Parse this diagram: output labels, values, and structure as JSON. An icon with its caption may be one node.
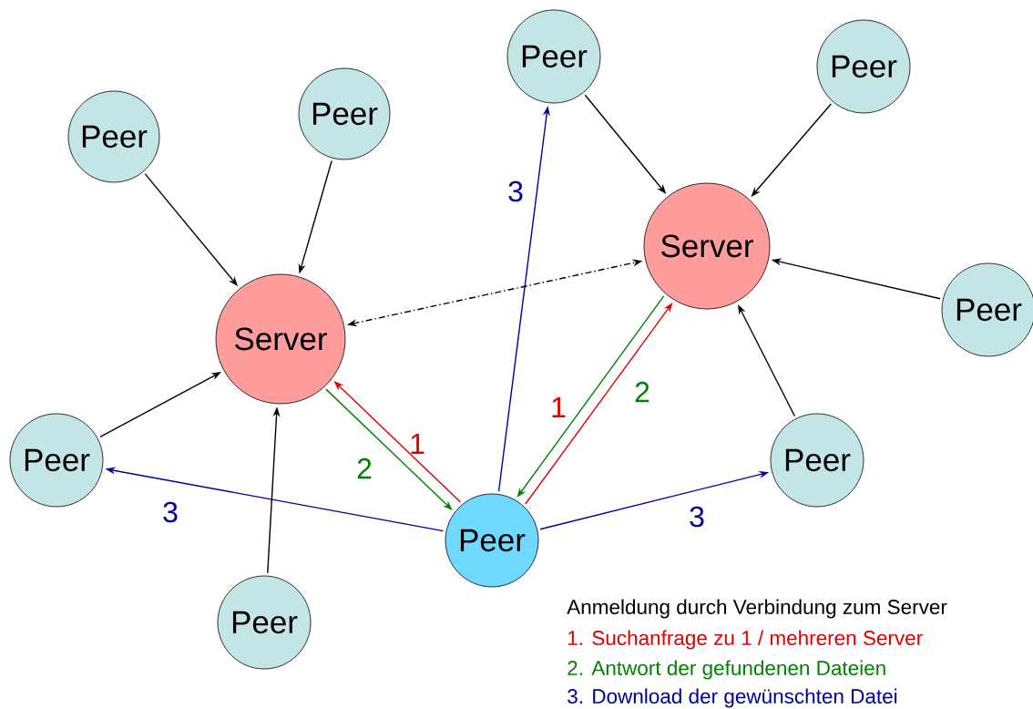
{
  "diagram": {
    "nodes": [
      {
        "text": [
          "Peer"
        ]
      },
      {
        "text": [
          "Peer"
        ]
      },
      {
        "text": [
          "Server"
        ]
      },
      {
        "text": [
          "Peer"
        ]
      },
      {
        "text": [
          "Peer"
        ]
      },
      {
        "text": [
          "Peer"
        ]
      },
      {
        "text": [
          "Peer"
        ]
      },
      {
        "text": [
          "Peer"
        ]
      },
      {
        "text": [
          "Server"
        ]
      },
      {
        "text": [
          "Peer"
        ]
      },
      {
        "text": [
          "Peer"
        ]
      }
    ],
    "edges": [
      {
        "from": 0,
        "to": 2,
        "arrow": "to"
      },
      {
        "from": 1,
        "to": 2,
        "arrow": "to"
      },
      {
        "from": 3,
        "to": 2,
        "arrow": "to"
      },
      {
        "from": 4,
        "to": 2,
        "arrow": "to"
      },
      {
        "from": 6,
        "to": 8,
        "arrow": "to"
      },
      {
        "from": 7,
        "to": 8,
        "arrow": "to"
      },
      {
        "from": 9,
        "to": 8,
        "arrow": "to"
      },
      {
        "from": 10,
        "to": 8,
        "arrow": "to"
      },
      {
        "from": 2,
        "to": 8,
        "arrow": "both",
        "style": "dashed"
      },
      {
        "from": 5,
        "to": 2,
        "arrow": "to",
        "label": "1",
        "color": "#e00000"
      },
      {
        "from": 2,
        "to": 5,
        "arrow": "to",
        "label": "2",
        "color": "#008000"
      },
      {
        "from": 5,
        "to": 8,
        "arrow": "to",
        "label": "1",
        "color": "#e00000"
      },
      {
        "from": 8,
        "to": 5,
        "arrow": "to",
        "label": "2",
        "color": "#008000"
      },
      {
        "from": 5,
        "to": 3,
        "arrow": "to",
        "label": "3",
        "color": "#000099"
      },
      {
        "from": 5,
        "to": 6,
        "arrow": "to",
        "label": "3",
        "color": "#000099"
      },
      {
        "from": 5,
        "to": 10,
        "arrow": "to",
        "label": "3",
        "color": "#000099"
      }
    ],
    "labels": [
      "Anmeldung durch Verbindung zum Server",
      "1. Suchanfrage zu 1 / mehreren Server",
      "2. Antwort der gefundenen Dateien",
      "3. Download der gewünschten Datei"
    ]
  }
}
